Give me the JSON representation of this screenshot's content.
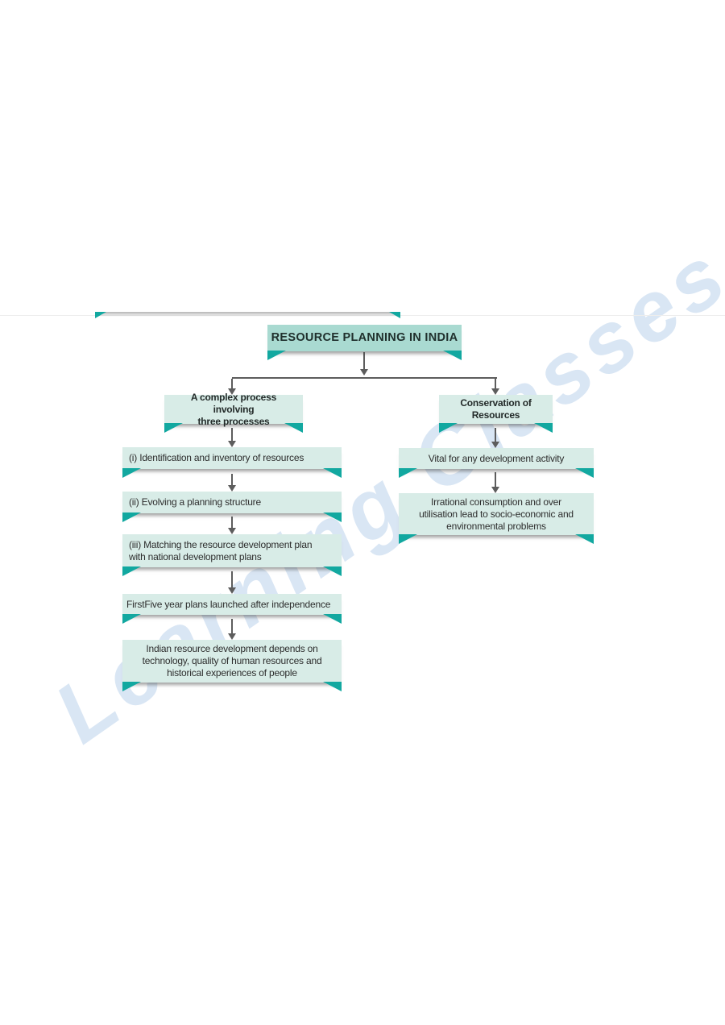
{
  "title": "RESOURCE PLANNING IN INDIA",
  "left_branch": {
    "header": "A complex process involving\nthree processes",
    "steps": [
      "(i) Identification and inventory of resources",
      "(ii) Evolving a planning structure",
      "(iii) Matching the resource development plan\nwith national development plans",
      "FirstFive year plans launched after independence",
      "Indian resource development depends on\ntechnology, quality of human resources and\nhistorical experiences of people"
    ]
  },
  "right_branch": {
    "header": "Conservation of\nResources",
    "steps": [
      "Vital for any development activity",
      "Irrational consumption and over\nutilisation lead to socio-economic and\nenvironmental problems"
    ]
  },
  "watermark": "Learning Classes",
  "colors": {
    "accent_teal": "#12a8a0",
    "box_fill": "#d8ece7",
    "title_fill": "#a9dad1",
    "watermark_blue": "#d9e6f4"
  }
}
